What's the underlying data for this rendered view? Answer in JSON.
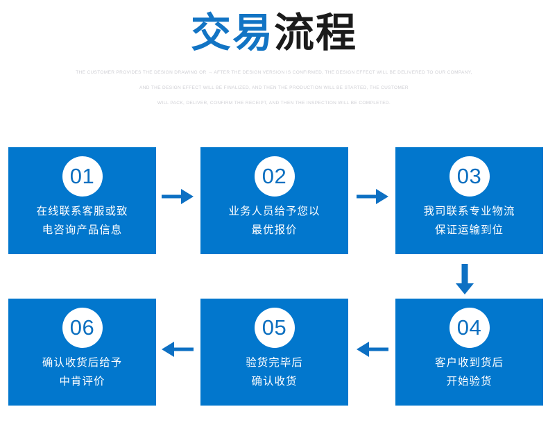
{
  "header": {
    "title_blue": "交易",
    "title_dark": "流程",
    "subtitle_lines": [
      "THE CUSTOMER PROVIDES THE DESIGN DRAWING OR → AFTER THE DESIGN VERSION IS CONFIRMED, THE DESIGN EFFECT WILL BE DELIVERED TO OUR COMPANY,",
      "AND THE DESIGN EFFECT WILL BE FINALIZED, AND THEN THE PRODUCTION WILL BE STARTED, THE CUSTOMER",
      "WILL PACK, DELIVER, CONFIRM THE RECEIPT, AND THEN THE INSPECTION WILL BE COMPLETED."
    ]
  },
  "colors": {
    "brand_blue": "#0277cd",
    "title_blue": "#1274c4",
    "title_dark": "#1b1b1b",
    "badge_number": "#0b6fc0",
    "subtitle_gray": "#cfcfd4",
    "arrow_blue": "#0d70c3"
  },
  "steps": [
    {
      "number": "01",
      "line1": "在线联系客服或致",
      "line2": "电咨询产品信息"
    },
    {
      "number": "02",
      "line1": "业务人员给予您以",
      "line2": "最优报价"
    },
    {
      "number": "03",
      "line1": "我司联系专业物流",
      "line2": "保证运输到位"
    },
    {
      "number": "04",
      "line1": "客户收到货后",
      "line2": "开始验货"
    },
    {
      "number": "05",
      "line1": "验货完毕后",
      "line2": "确认收货"
    },
    {
      "number": "06",
      "line1": "确认收货后给予",
      "line2": "中肯评价"
    }
  ],
  "arrows": [
    {
      "name": "arrow-right-01-to-02",
      "direction": "right"
    },
    {
      "name": "arrow-right-02-to-03",
      "direction": "right"
    },
    {
      "name": "arrow-down-03-to-04",
      "direction": "down"
    },
    {
      "name": "arrow-left-04-to-05",
      "direction": "left"
    },
    {
      "name": "arrow-left-05-to-06",
      "direction": "left"
    }
  ]
}
